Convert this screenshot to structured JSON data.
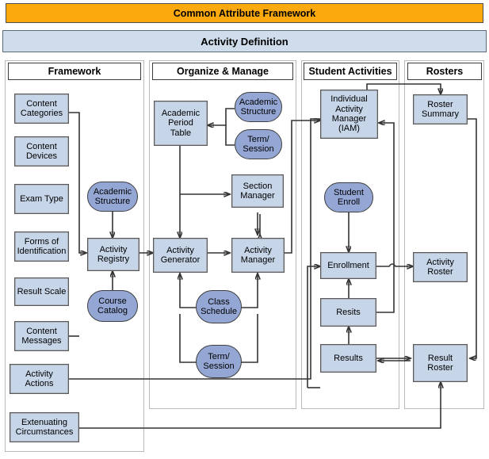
{
  "banners": {
    "top": "Common Attribute Framework",
    "sub": "Activity Definition"
  },
  "columns": [
    {
      "key": "framework",
      "title": "Framework"
    },
    {
      "key": "organize",
      "title": "Organize & Manage"
    },
    {
      "key": "student",
      "title": "Student Activities"
    },
    {
      "key": "rosters",
      "title": "Rosters"
    }
  ],
  "nodes": {
    "framework": [
      {
        "name": "content-categories",
        "label": "Content\nCategories",
        "shape": "rect"
      },
      {
        "name": "content-devices",
        "label": "Content\nDevices",
        "shape": "rect"
      },
      {
        "name": "exam-type",
        "label": "Exam Type",
        "shape": "rect"
      },
      {
        "name": "forms-of-identification",
        "label": "Forms of\nIdentification",
        "shape": "rect"
      },
      {
        "name": "result-scale",
        "label": "Result Scale",
        "shape": "rect"
      },
      {
        "name": "content-messages",
        "label": "Content\nMessages",
        "shape": "rect"
      },
      {
        "name": "activity-actions",
        "label": "Activity\nActions",
        "shape": "rect"
      },
      {
        "name": "extenuating-circumstances",
        "label": "Extenuating\nCircumstances",
        "shape": "rect"
      },
      {
        "name": "academic-structure-fw",
        "label": "Academic\nStructure",
        "shape": "oval"
      },
      {
        "name": "activity-registry",
        "label": "Activity\nRegistry",
        "shape": "rect"
      },
      {
        "name": "course-catalog",
        "label": "Course\nCatalog",
        "shape": "oval"
      }
    ],
    "organize": [
      {
        "name": "academic-period-table",
        "label": "Academic\nPeriod\nTable",
        "shape": "rect"
      },
      {
        "name": "academic-structure-om",
        "label": "Academic\nStructure",
        "shape": "oval"
      },
      {
        "name": "term-session-om",
        "label": "Term/\nSession",
        "shape": "oval"
      },
      {
        "name": "section-manager",
        "label": "Section\nManager",
        "shape": "rect"
      },
      {
        "name": "activity-generator",
        "label": "Activity\nGenerator",
        "shape": "rect"
      },
      {
        "name": "activity-manager",
        "label": "Activity\nManager",
        "shape": "rect"
      },
      {
        "name": "class-schedule",
        "label": "Class\nSchedule",
        "shape": "oval"
      },
      {
        "name": "term-session-bottom",
        "label": "Term/\nSession",
        "shape": "oval"
      }
    ],
    "student": [
      {
        "name": "individual-activity-manager",
        "label": "Individual\nActivity\nManager\n(IAM)",
        "shape": "rect"
      },
      {
        "name": "student-enroll",
        "label": "Student\nEnroll",
        "shape": "oval"
      },
      {
        "name": "enrollment",
        "label": "Enrollment",
        "shape": "rect"
      },
      {
        "name": "resits",
        "label": "Resits",
        "shape": "rect"
      },
      {
        "name": "results",
        "label": "Results",
        "shape": "rect"
      }
    ],
    "rosters": [
      {
        "name": "roster-summary",
        "label": "Roster\nSummary",
        "shape": "rect"
      },
      {
        "name": "activity-roster",
        "label": "Activity\nRoster",
        "shape": "rect"
      },
      {
        "name": "result-roster",
        "label": "Result\nRoster",
        "shape": "rect"
      }
    ]
  },
  "colors": {
    "banner_top": "#FCA90E",
    "banner_sub": "#cfdcec",
    "rect_fill": "#c6d5e8",
    "oval_fill": "#94a7d4",
    "stroke": "#333333",
    "panel_border": "#b9b9b9"
  }
}
